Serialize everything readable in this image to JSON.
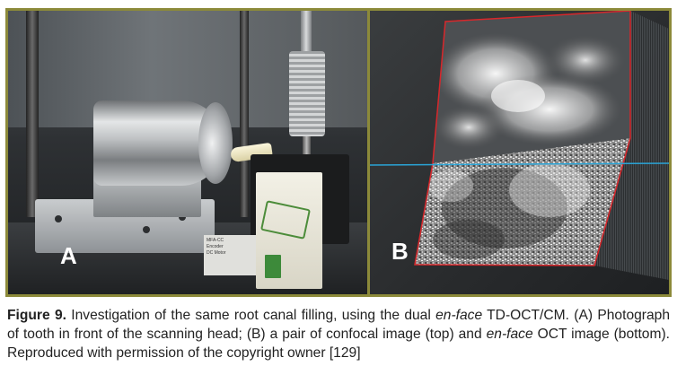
{
  "figure": {
    "panel_a_label": "A",
    "panel_b_label": "B",
    "holder_stamp_text": "",
    "label_box_lines": [
      "MFA-CC",
      "Encoder",
      "DC Motor"
    ]
  },
  "caption": {
    "figure_label": "Figure 9.",
    "part1": " Investigation of the same root canal filling, using the dual ",
    "italic1": "en-face",
    "part2": " TD-OCT/CM. (A) Photograph of tooth in front of the scanning head; (B) a pair of confocal image (top) and ",
    "italic2": "en-face",
    "part3": " OCT image (bottom). Reproduced with permission of the copyright owner [129]"
  },
  "colors": {
    "frame": "#8c8a3a",
    "border_red": "#d8272b",
    "divider_cyan": "#2aa4d6"
  }
}
